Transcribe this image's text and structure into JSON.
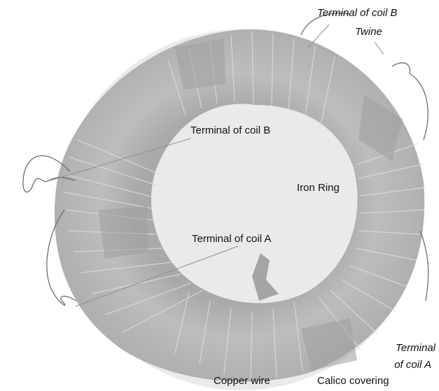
{
  "labels": {
    "terminal_b_top_line1": "Terminal of coil B",
    "twine": "Twine",
    "terminal_b_inner": "Terminal of coil B",
    "iron_ring": "Iron Ring",
    "terminal_a_inner": "Terminal of coil A",
    "terminal_a_right_line1": "Terminal",
    "terminal_a_right_line2": "of coil A",
    "copper_wire": "Copper wire",
    "calico_covering": "Calico covering"
  },
  "colors": {
    "ring": "#b3b3b3",
    "ring_shadow": "#9a9a9a",
    "ring_highlight": "#e4e4e4",
    "leader": "#8f8f8f",
    "wire": "#6c6c6c",
    "text": "#111111"
  }
}
